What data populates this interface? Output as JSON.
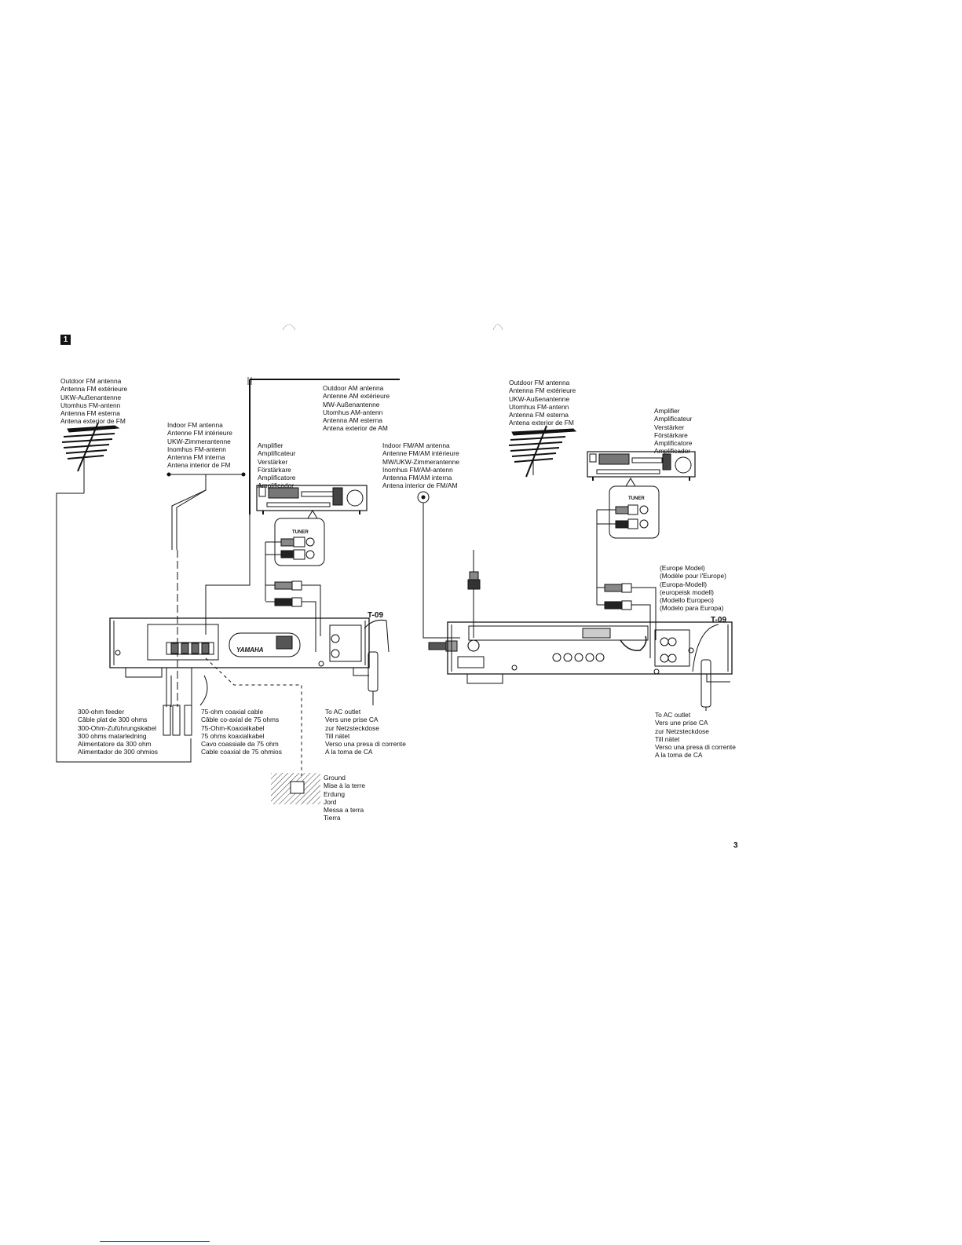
{
  "figure": {
    "number": "1",
    "page_number": "3"
  },
  "left": {
    "outdoor_fm": [
      "Outdoor FM antenna",
      "Antenna FM extérieure",
      "UKW-Außenantenne",
      "Utomhus FM-antenn",
      "Antenna FM esterna",
      "Antena exterior de FM"
    ],
    "indoor_fm": [
      "Indoor FM antenna",
      "Antenne FM intérieure",
      "UKW-Zimmerantenne",
      "Inomhus FM-antenn",
      "Antenna FM interna",
      "Antena interior de FM"
    ],
    "outdoor_am": [
      "Outdoor AM antenna",
      "Antenne AM extérieure",
      "MW-Außenantenne",
      "Utomhus AM-antenn",
      "Antenna AM esterna",
      "Antena exterior de AM"
    ],
    "amplifier": [
      "Amplifier",
      "Amplificateur",
      "Verstärker",
      "Förstärkare",
      "Amplificatore",
      "Amplificador"
    ],
    "indoor_fmam": [
      "Indoor FM/AM antenna",
      "Antenne FM/AM intérieure",
      "MW/UKW-Zimmerantenne",
      "Inomhus FM/AM-antenn",
      "Antenna FM/AM interna",
      "Antena interior de FM/AM"
    ],
    "feeder": [
      "300-ohm feeder",
      "Câble plat de 300 ohms",
      "300-Ohm-Zuführungskabel",
      "300 ohms matarledning",
      "Alimentatore da 300 ohm",
      "Alimentador de 300 ohmios"
    ],
    "coax": [
      "75-ohm coaxial cable",
      "Câble co-axial de 75 ohms",
      "75-Ohm-Koaxialkabel",
      "75 ohms koaxialkabel",
      "Cavo coassiale da 75 ohm",
      "Cable coaxial de 75 ohmios"
    ],
    "ac_outlet": [
      "To AC outlet",
      "Vers une prise CA",
      "zur Netzsteckdose",
      "Till nätet",
      "Verso una presa di corrente",
      "A la toma de CA"
    ],
    "ground": [
      "Ground",
      "Mise à la terre",
      "Erdung",
      "Jord",
      "Messa a terra",
      "Tierra"
    ],
    "model_tag": "T-09",
    "brand": "YAMAHA",
    "tuner_label": "TUNER"
  },
  "right": {
    "outdoor_fm": [
      "Outdoor FM antenna",
      "Antenna FM extérieure",
      "UKW-Außenantenne",
      "Utomhus FM-antenn",
      "Antenna FM esterna",
      "Antena exterior de FM"
    ],
    "amplifier": [
      "Amplifier",
      "Amplificateur",
      "Verstärker",
      "Förstärkare",
      "Amplificatore",
      "Amplificador"
    ],
    "europe_model": [
      "(Europe Model)",
      "(Modèle pour l'Europe)",
      "(Europa-Modell)",
      "(europeisk modell)",
      "(Modello Europeo)",
      "(Modelo para Europa)"
    ],
    "ac_outlet": [
      "To AC outlet",
      "Vers une prise CA",
      "zur Netzsteckdose",
      "Till nätet",
      "Verso una presa di corrente",
      "A la toma de CA"
    ],
    "model_tag": "T-09",
    "tuner_label": "TUNER"
  }
}
